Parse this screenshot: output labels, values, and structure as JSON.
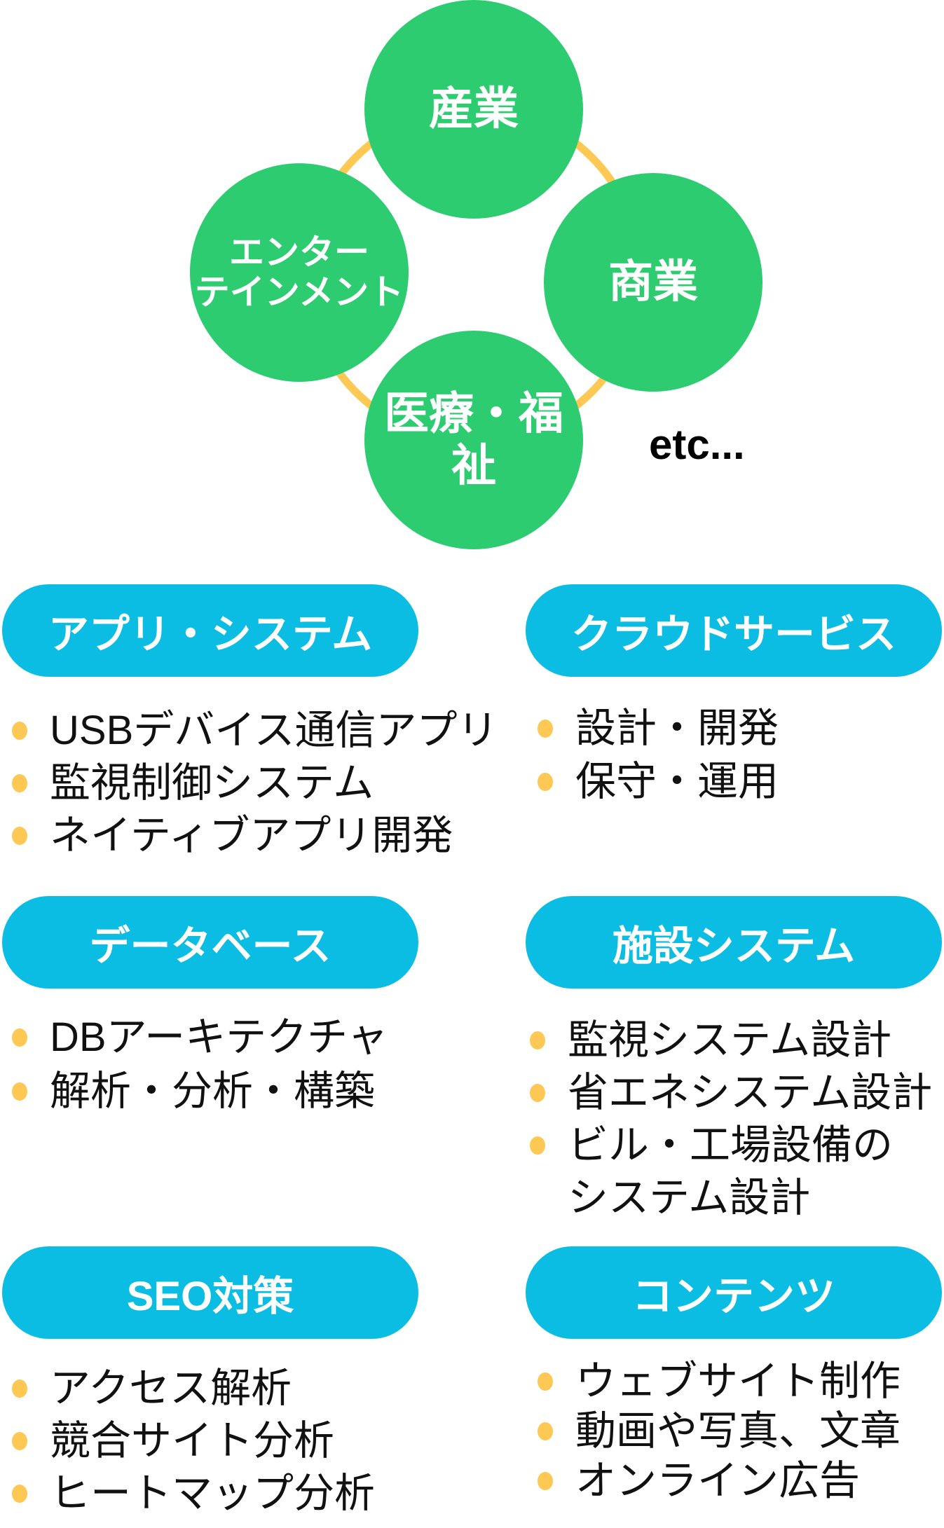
{
  "diagram": {
    "center_circles": [
      {
        "label": "産業"
      },
      {
        "label": "エンター\nテインメント"
      },
      {
        "label": "商業"
      },
      {
        "label": "医療・福祉"
      }
    ],
    "etc_label": "etc...",
    "colors": {
      "circle": "#2ECC71",
      "ring": "#FDC854",
      "pill": "#0BBDE3",
      "bullet": "#FDC854"
    }
  },
  "sections": [
    {
      "title": "アプリ・システム",
      "items": [
        "USBデバイス通信アプリ",
        "監視制御システム",
        "ネイティブアプリ開発"
      ]
    },
    {
      "title": "クラウドサービス",
      "items": [
        "設計・開発",
        "保守・運用"
      ]
    },
    {
      "title": "データベース",
      "items": [
        "DBアーキテクチャ",
        "解析・分析・構築"
      ]
    },
    {
      "title": "施設システム",
      "items": [
        "監視システム設計",
        "省エネシステム設計",
        "ビル・工場設備の",
        "システム設計"
      ]
    },
    {
      "title": "SEO対策",
      "items": [
        "アクセス解析",
        "競合サイト分析",
        "ヒートマップ分析"
      ]
    },
    {
      "title": "コンテンツ",
      "items": [
        "ウェブサイト制作",
        "動画や写真、文章",
        "オンライン広告"
      ]
    }
  ]
}
